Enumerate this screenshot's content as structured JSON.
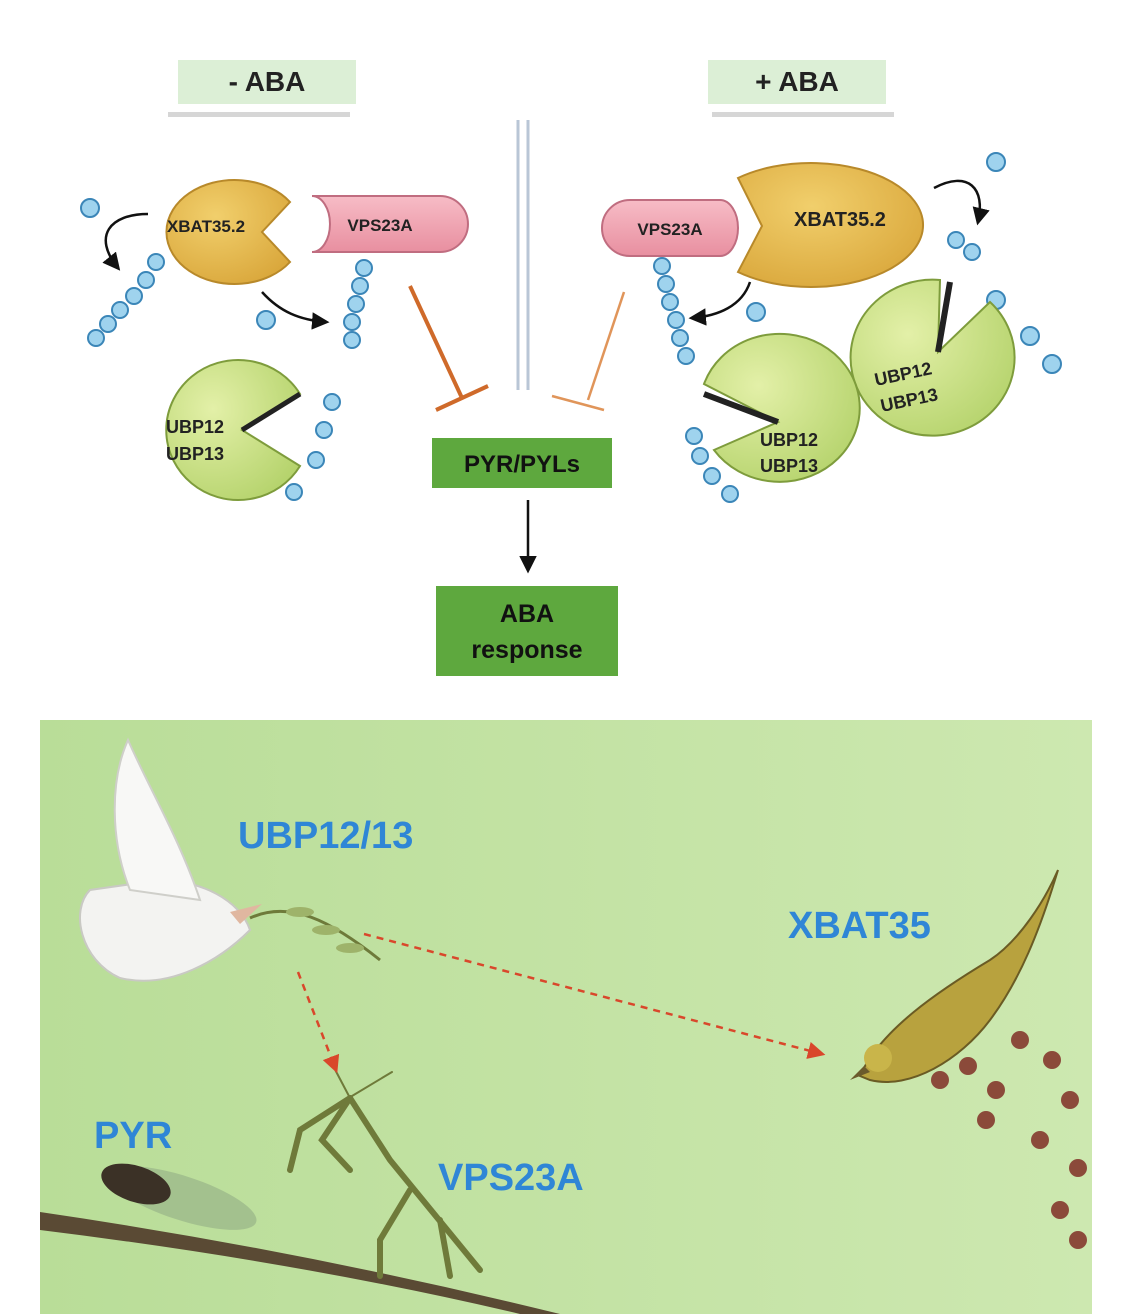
{
  "top": {
    "minus_label": "- ABA",
    "plus_label": "+ ABA",
    "pyr_box": "PYR/PYLs",
    "response_line1": "ABA",
    "response_line2": "response",
    "left": {
      "xbat": "XBAT35.2",
      "vps": "VPS23A",
      "ubp_line1": "UBP12",
      "ubp_line2": "UBP13"
    },
    "right": {
      "xbat": "XBAT35.2",
      "vps": "VPS23A",
      "ubp_a_line1": "UBP12",
      "ubp_a_line2": "UBP13",
      "ubp_b_line1": "UBP12",
      "ubp_b_line2": "UBP13"
    }
  },
  "bottom": {
    "ubp": "UBP12/13",
    "xbat": "XBAT35",
    "pyr": "PYR",
    "vps": "VPS23A"
  },
  "colors": {
    "aba_label_bg": "#dcefd6",
    "xbat": "#e3b94a",
    "vps": "#f0a7b4",
    "ubp": "#c9e08a",
    "ubiquitin": "#9fd3ee",
    "inhibit": "#cf6a2a",
    "box_green": "#5ea83e",
    "bottom_bg": "#c5e5a6",
    "bottom_text": "#2f86d6",
    "dashed": "#d9472b"
  }
}
